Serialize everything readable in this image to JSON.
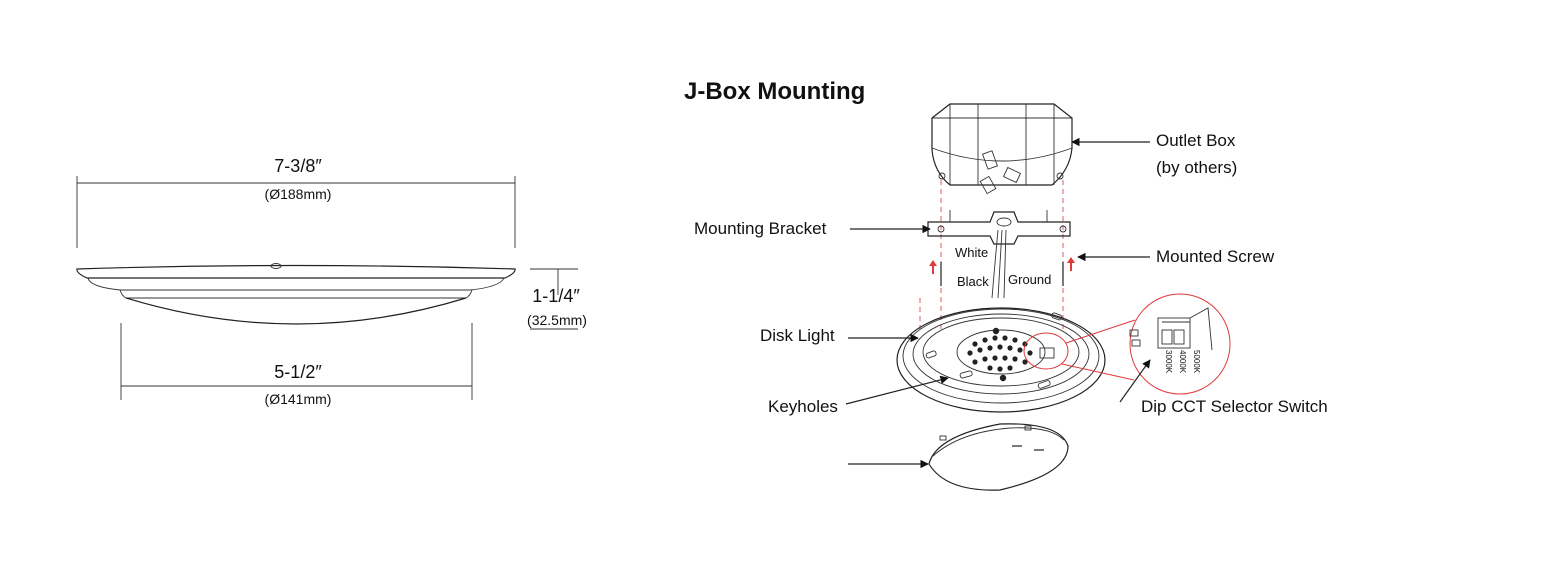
{
  "dimensions": {
    "width_in": "7-3/8″",
    "width_mm": "(Ø188mm)",
    "height_in": "1-1/4″",
    "height_mm": "(32.5mm)",
    "base_in": "5-1/2″",
    "base_mm": "(Ø141mm)"
  },
  "mounting": {
    "title": "J-Box Mounting",
    "outlet_box": [
      "Outlet Box",
      "(by others)"
    ],
    "mounting_bracket": "Mounting Bracket",
    "mounted_screw": "Mounted Screw",
    "wires": {
      "white": "White",
      "black": "Black",
      "ground": "Ground"
    },
    "disk_light": "Disk Light",
    "keyholes": "Keyholes",
    "dip_switch": "Dip CCT Selector Switch",
    "cct_options": [
      "3000K",
      "4000K",
      "5000K"
    ]
  },
  "colors": {
    "line": "#222222",
    "accent": "#e03a3a"
  }
}
